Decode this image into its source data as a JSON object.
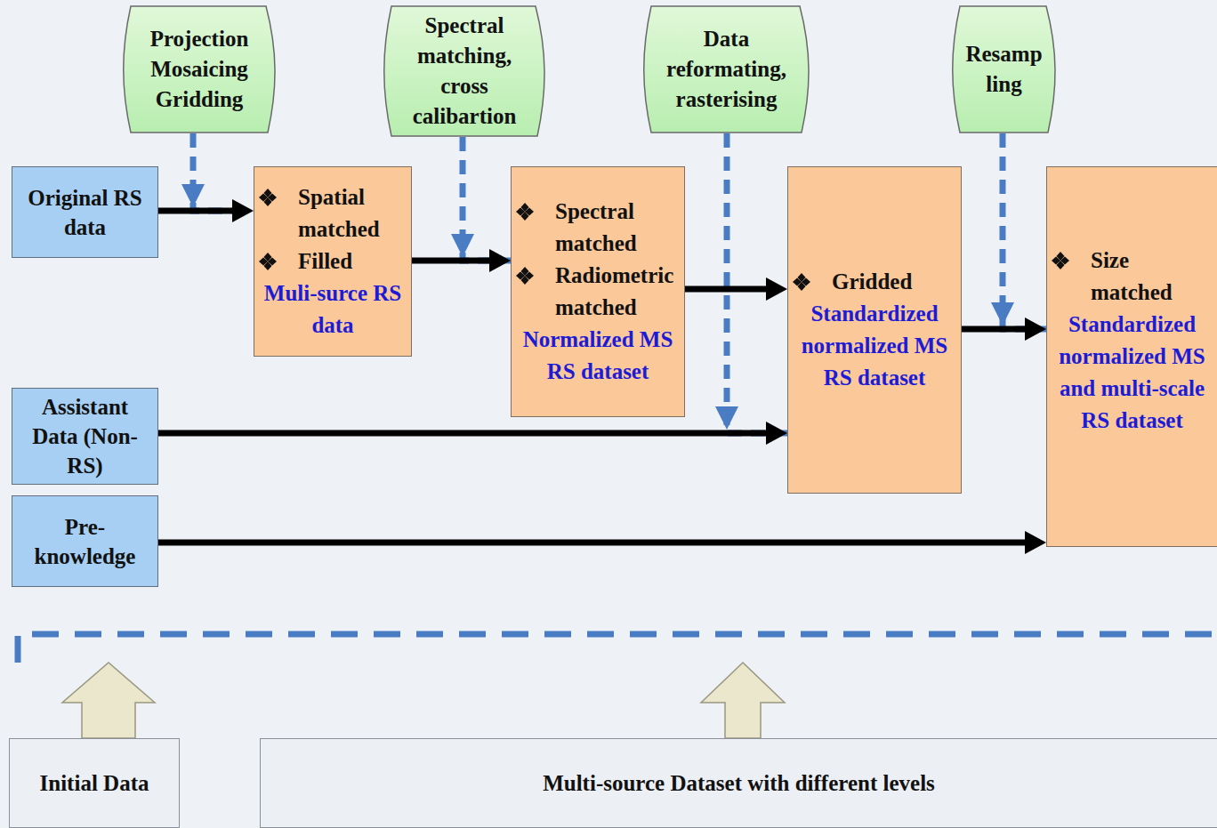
{
  "diagram": {
    "nodes": [
      {
        "text": [
          "Projection Mosaicing Gridding"
        ]
      },
      {
        "text": [
          "Spectral matching, cross calibartion"
        ]
      },
      {
        "text": [
          "Data reformating, rasterising"
        ]
      },
      {
        "text": [
          "Resamp ling"
        ]
      },
      {
        "text": [
          "Original RS data"
        ]
      },
      {
        "text": [
          "Spatial matched",
          "Filled",
          "Muli-surce RS data"
        ]
      },
      {
        "text": [
          "Spectral matched",
          "Radiometric matched",
          "Normalized MS RS dataset"
        ]
      },
      {
        "text": [
          "Gridded",
          "Standardized normalized MS RS dataset"
        ]
      },
      {
        "text": [
          "Size matched",
          "Standardized normalized MS and multi-scale RS dataset"
        ]
      },
      {
        "text": [
          "Assistant Data (Non-RS)"
        ]
      },
      {
        "text": [
          "Pre-knowledge"
        ]
      },
      {
        "text": [
          "Initial Data"
        ]
      },
      {
        "text": [
          "Multi-source Dataset with different levels"
        ]
      }
    ],
    "edges": [
      {
        "from": 0,
        "to": 5,
        "arrow": "to"
      },
      {
        "from": 1,
        "to": 6,
        "arrow": "to"
      },
      {
        "from": 2,
        "to": 7,
        "arrow": "to"
      },
      {
        "from": 3,
        "to": 8,
        "arrow": "to"
      },
      {
        "from": 4,
        "to": 5,
        "arrow": "to"
      },
      {
        "from": 5,
        "to": 6,
        "arrow": "to"
      },
      {
        "from": 6,
        "to": 7,
        "arrow": "to"
      },
      {
        "from": 7,
        "to": 8,
        "arrow": "to"
      },
      {
        "from": 9,
        "to": 7,
        "arrow": "to"
      },
      {
        "from": 10,
        "to": 8,
        "arrow": "to"
      }
    ]
  }
}
